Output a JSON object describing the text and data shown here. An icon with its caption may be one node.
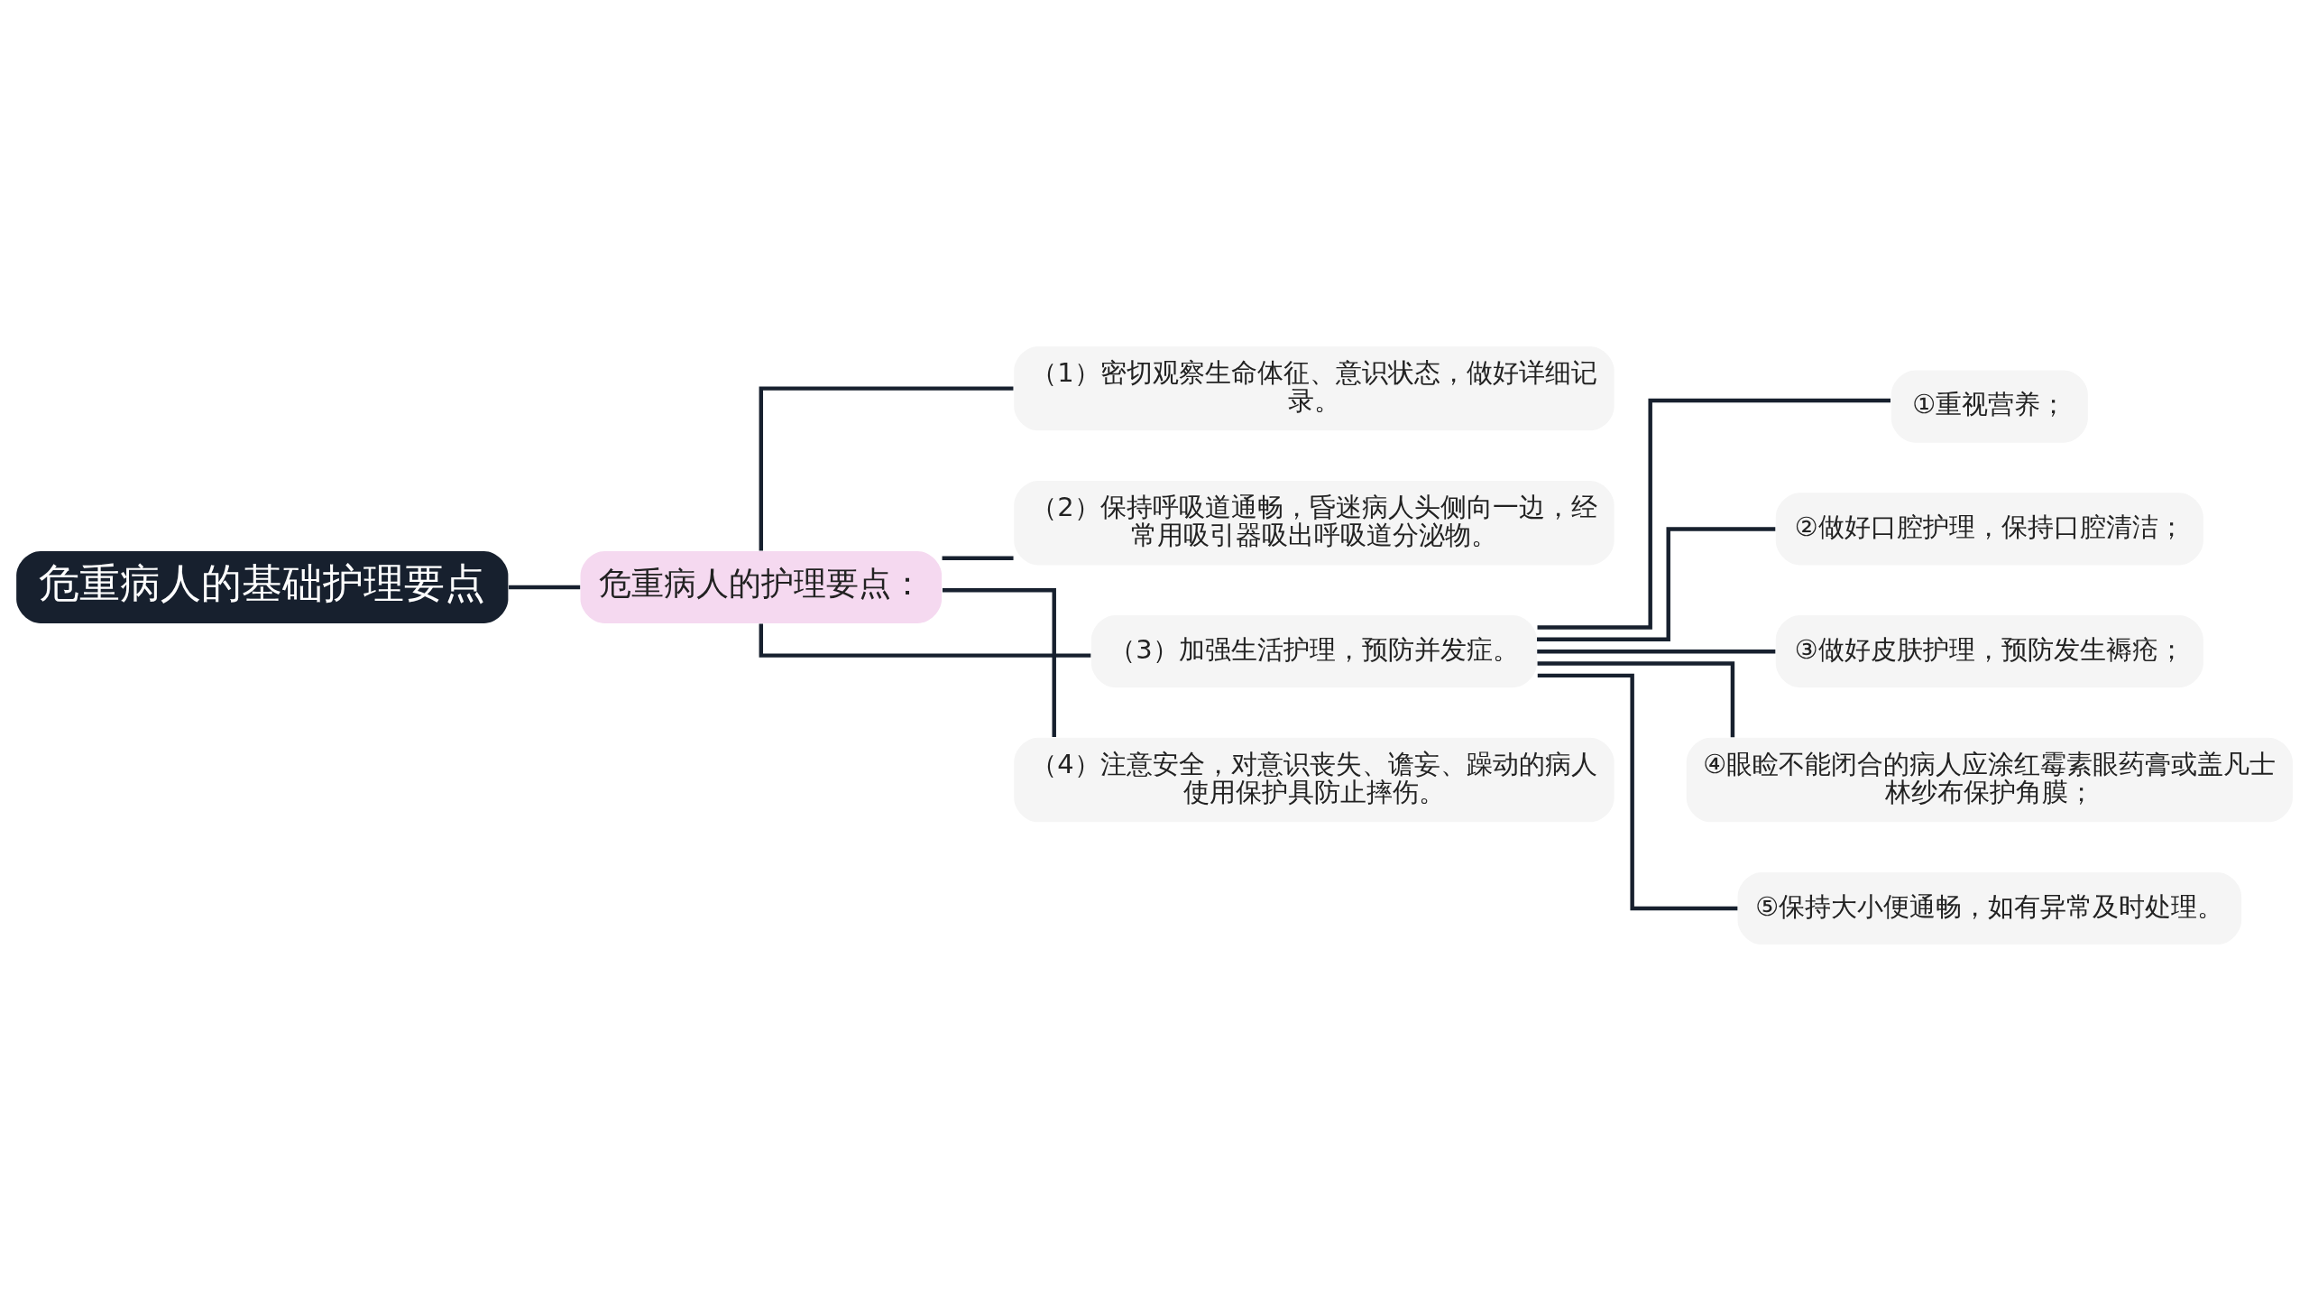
{
  "diagram": {
    "nodes": [
      {
        "text": [
          "危重病人的基础护理要点"
        ]
      },
      {
        "text": [
          "危重病人的护理要点："
        ]
      },
      {
        "text": [
          "（1）密切观察生命体征、意识状态，做好详细记录。"
        ]
      },
      {
        "text": [
          "（2）保持呼吸道通畅，昏迷病人头侧向一边，经常用吸引器吸出呼吸道分泌物。"
        ]
      },
      {
        "text": [
          "（3）加强生活护理，预防并发症。"
        ]
      },
      {
        "text": [
          "①重视营养；"
        ]
      },
      {
        "text": [
          "②做好口腔护理，保持口腔清洁；"
        ]
      },
      {
        "text": [
          "③做好皮肤护理，预防发生褥疮；"
        ]
      },
      {
        "text": [
          "④眼睑不能闭合的病人应涂红霉素眼药膏或盖凡士林纱布保护角膜；"
        ]
      },
      {
        "text": [
          "⑤保持大小便通畅，如有异常及时处理。"
        ]
      },
      {
        "text": [
          "（4）注意安全，对意识丧失、谵妄、躁动的病人使用保护具防止摔伤。"
        ]
      }
    ],
    "edges": [
      {
        "from": 0,
        "to": 1,
        "arrow": "none"
      },
      {
        "from": 1,
        "to": 2,
        "arrow": "none"
      },
      {
        "from": 1,
        "to": 3,
        "arrow": "none"
      },
      {
        "from": 1,
        "to": 4,
        "arrow": "none"
      },
      {
        "from": 1,
        "to": 10,
        "arrow": "none"
      },
      {
        "from": 4,
        "to": 5,
        "arrow": "none"
      },
      {
        "from": 4,
        "to": 6,
        "arrow": "none"
      },
      {
        "from": 4,
        "to": 7,
        "arrow": "none"
      },
      {
        "from": 4,
        "to": 8,
        "arrow": "none"
      },
      {
        "from": 4,
        "to": 9,
        "arrow": "none"
      }
    ]
  }
}
